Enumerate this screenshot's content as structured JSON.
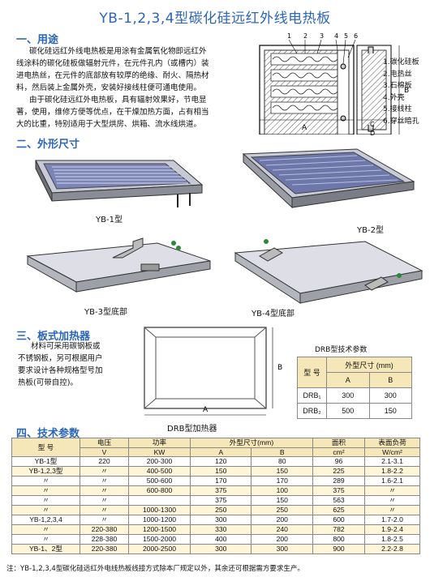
{
  "title": "YB-1,2,3,4型碳化硅远红外线电热板",
  "s1": {
    "heading": "一、用途",
    "lines": [
      "碳化硅远红外线电热板是用涂有金属氧化物即远红外",
      "线涂料的碳化硅板做辐射元件，在元件孔内（或槽内）装",
      "进电热丝，在元件的底部放有较厚的绝缘、耐火、隔热材",
      "料，然后装上金属外壳，安装好接线柱便可通电使用。",
      "由于碳化硅远红外电热板，具有辐射效果好，节电显",
      "著，使用，维修方便等优点，在干燥加热方面，占有相当",
      "大的比重，特别适用于大型烘房、烘箱、流水线烘道。"
    ]
  },
  "diagram1": {
    "nums": [
      "1",
      "2",
      "3",
      "4",
      "5",
      "6"
    ],
    "legend": [
      "1.碳化硅板",
      "2.电热丝",
      "3.石棉板",
      "4.外壳",
      "5.接线柱",
      "6.穿丝暗孔"
    ],
    "dims": {
      "A": "A",
      "B": "B",
      "C": "C",
      "D": "D"
    }
  },
  "s2": {
    "heading": "二、外形尺寸",
    "captions": [
      "YB-1型",
      "YB-2型",
      "YB-3型底部",
      "YB-4型底部"
    ]
  },
  "s3": {
    "heading": "三、板式加热器",
    "lines": [
      "材料可采用碳钢板或",
      "不锈钢板，另可根据用户",
      "要求设计各种规格型号加",
      "热板(可带自控)。"
    ],
    "drb_caption": "DRB型加热器",
    "drb_dims": {
      "A": "A",
      "B": "B"
    }
  },
  "drb_table": {
    "title": "DRB型技术参数",
    "h_model": "型 号",
    "h_size": "外型尺寸 (mm)",
    "h_a": "A",
    "h_b": "B",
    "rows": [
      [
        "DRB₁",
        "300",
        "300"
      ],
      [
        "DRB₂",
        "500",
        "150"
      ]
    ]
  },
  "s4": {
    "heading": "四、技术参数"
  },
  "tech_table": {
    "h_model": "型 号",
    "h_voltage": "电压",
    "h_voltage_unit": "V",
    "h_power": "功率",
    "h_power_unit": "KW",
    "h_size": "外型尺寸(mm)",
    "h_a": "A",
    "h_b": "B",
    "h_area": "面积",
    "h_area_unit": "cm²",
    "h_load": "表面负荷",
    "h_load_unit": "W/cm²",
    "rows": [
      [
        "YB-1型",
        "220",
        "200-300",
        "120",
        "80",
        "96",
        "2.1-3.1"
      ],
      [
        "YB-1,2,3型",
        "〃",
        "400-500",
        "150",
        "150",
        "225",
        "1.8-2.2"
      ],
      [
        "〃",
        "〃",
        "500-600",
        "170",
        "170",
        "289",
        "1.6-2.1"
      ],
      [
        "〃",
        "〃",
        "600-800",
        "375",
        "100",
        "375",
        "〃"
      ],
      [
        "〃",
        "〃",
        "",
        "375",
        "150",
        "563",
        "〃"
      ],
      [
        "〃",
        "〃",
        "1000-1300",
        "250",
        "250",
        "625",
        "〃"
      ],
      [
        "YB-1,2,3,4",
        "〃",
        "1000-1200",
        "300",
        "200",
        "600",
        "1.7-2.0"
      ],
      [
        "〃",
        "220-380",
        "1200-1500",
        "330",
        "240",
        "782",
        "1.9-2.4"
      ],
      [
        "〃",
        "228-380",
        "1500-2000",
        "400",
        "200",
        "800",
        "1.8-2.5"
      ],
      [
        "YB-1、2型",
        "220-380",
        "2000-2500",
        "300",
        "300",
        "900",
        "2.2-2.8"
      ]
    ]
  },
  "note": "注：YB-1,2,3,4型碳化硅远红外电线热板线接方式除本厂规定以外，其余还可根据需方要求生产。"
}
